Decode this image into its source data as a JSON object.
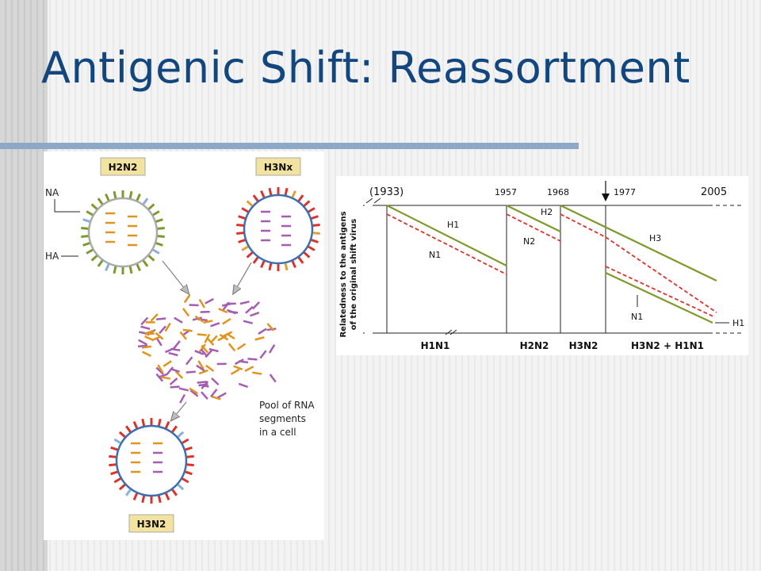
{
  "slide": {
    "title": "Antigenic Shift: Reassortment"
  },
  "colors": {
    "title": "#12467f",
    "rule": "#8fa8c8",
    "ha_green": "#7d9a2c",
    "na_red": "#d9342b",
    "segment_orange": "#e0941c",
    "segment_purple": "#a55db1",
    "envelope_blue": "#3b6fb0",
    "badge_yellow": "#f2e3a0"
  },
  "left": {
    "virus1_label": "H2N2",
    "virus2_label": "H3Nx",
    "progeny_label": "H3N2",
    "na_label": "NA",
    "ha_label": "HA",
    "pool_caption": [
      "Pool of RNA",
      "segments",
      "in a cell"
    ]
  },
  "chart_data": {
    "type": "line",
    "ylabel": [
      "Relatedness to the antigens",
      "of the original shift virus"
    ],
    "top_labels": [
      "(1933)",
      "1957",
      "1968",
      "1977",
      "2005"
    ],
    "bottom_labels": [
      "H1N1",
      "H2N2",
      "H3N2",
      "H3N2 + H1N1"
    ],
    "series_labels": [
      "H1",
      "N1",
      "H2",
      "N2",
      "H3",
      "N1",
      "H1"
    ]
  }
}
